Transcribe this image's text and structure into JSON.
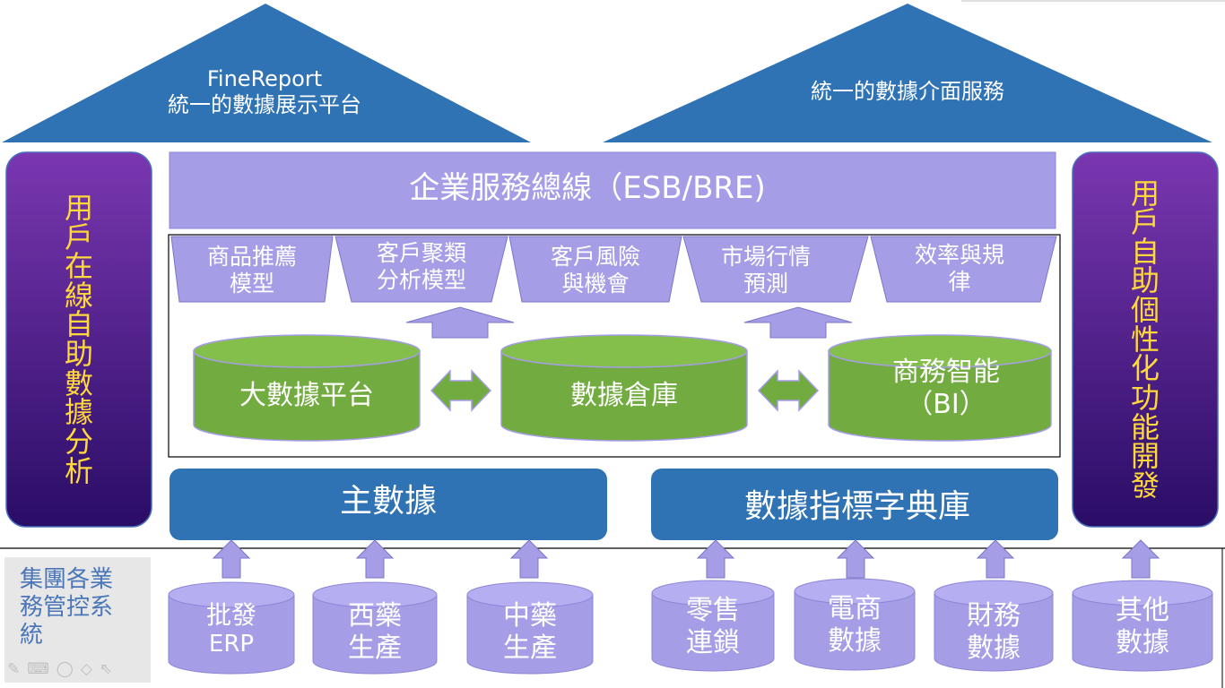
{
  "roofs": {
    "left": {
      "line1": "FineReport",
      "line2": "統一的數據展示平台"
    },
    "right": {
      "line1": "統一的數據介面服務"
    }
  },
  "esb": {
    "label": "企業服務總線（ESB/BRE)"
  },
  "models": [
    {
      "line1": "商品推薦",
      "line2": "模型"
    },
    {
      "line1": "客戶聚類",
      "line2": "分析模型"
    },
    {
      "line1": "客戶風險",
      "line2": "與機會"
    },
    {
      "line1": "市場行情",
      "line2": "預測"
    },
    {
      "line1": "效率與規",
      "line2": "律"
    }
  ],
  "stores": [
    {
      "line1": "大數據平台",
      "line2": ""
    },
    {
      "line1": "數據倉庫",
      "line2": ""
    },
    {
      "line1": "商務智能",
      "line2": "（BI）"
    }
  ],
  "sidebars": {
    "left": {
      "chars": [
        "用",
        "戶",
        "在",
        "線",
        "自",
        "助",
        "數",
        "據",
        "分",
        "析"
      ]
    },
    "right": {
      "chars": [
        "用",
        "戶",
        "自",
        "助",
        "個",
        "性",
        "化",
        "功",
        "能",
        "開",
        "發"
      ]
    }
  },
  "master_data": {
    "label": "主數據"
  },
  "dictionary": {
    "label": "數據指標字典庫"
  },
  "sources": [
    {
      "line1": "批發",
      "line2": "ERP"
    },
    {
      "line1": "西藥",
      "line2": "生產"
    },
    {
      "line1": "中藥",
      "line2": "生產"
    },
    {
      "line1": "零售",
      "line2": "連鎖"
    },
    {
      "line1": "電商",
      "line2": "數據"
    },
    {
      "line1": "財務",
      "line2": "數據"
    },
    {
      "line1": "其他",
      "line2": "數據"
    }
  ],
  "bottom_pane": {
    "title": "集團各業務管控系統"
  },
  "toolbar": {
    "tools": [
      {
        "icon": "pencil-icon",
        "glyph": "✎"
      },
      {
        "icon": "keyboard-icon",
        "glyph": "⌨"
      },
      {
        "icon": "lasso-icon",
        "glyph": "◯"
      },
      {
        "icon": "eraser-icon",
        "glyph": "◇"
      },
      {
        "icon": "cursor-icon",
        "glyph": "⇖"
      }
    ]
  },
  "colors": {
    "roof": "#2f73b5",
    "esb": "#a59de6",
    "model": "#a59de6",
    "store_body": "#72ab3f",
    "store_top": "#84bf4c",
    "bar": "#2f73b5",
    "source_body": "#a59de6",
    "source_top": "#b5aef0",
    "arrow": "#a59de6",
    "sidebar_top": "#7a37b0",
    "sidebar_bottom": "#2a0d66",
    "sidebar_text": "#ffd83a"
  }
}
